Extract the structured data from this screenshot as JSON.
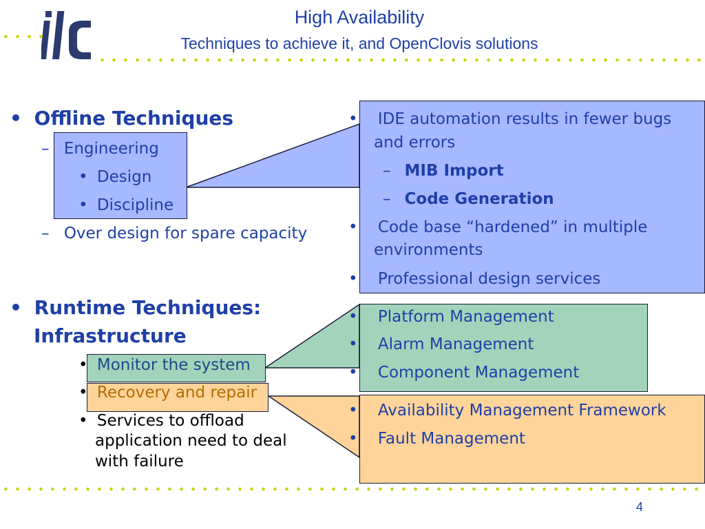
{
  "logo": {
    "text": "ilc"
  },
  "header": {
    "title": "High Availability",
    "subtitle": "Techniques to achieve it, and OpenClovis solutions"
  },
  "left": {
    "offline": {
      "heading": "Offline Techniques",
      "engineering": "Engineering",
      "design": "Design",
      "discipline": "Discipline",
      "over_design": "Over design for spare capacity"
    },
    "runtime": {
      "heading_line1": "Runtime Techniques:",
      "heading_line2": "Infrastructure",
      "monitor": "Monitor the system",
      "recovery": "Recovery and repair",
      "services_line1": "Services to offload",
      "services_line2": "application need to deal",
      "services_line3": "with failure"
    }
  },
  "right": {
    "blue_box": {
      "ide_line1": "IDE automation results in fewer bugs",
      "ide_line2": "and errors",
      "mib": "MIB Import",
      "codegen": "Code Generation",
      "hardened_line1": "Code base “hardened” in multiple",
      "hardened_line2": "environments",
      "professional": "Professional design services"
    },
    "green_box": {
      "platform": "Platform Management",
      "alarm": "Alarm Management",
      "component": "Component Management"
    },
    "orange_box": {
      "amf": "Availability Management Framework",
      "fault": "Fault Management"
    }
  },
  "footer": {
    "page_number": "4"
  },
  "colors": {
    "title_blue": "#1f3fa8",
    "box_blue": "#a6b8ff",
    "box_green": "#a3d4bb",
    "box_orange": "#ffd49a",
    "dot_yellow": "#c8d400",
    "logo_navy": "#2d3a6e"
  }
}
